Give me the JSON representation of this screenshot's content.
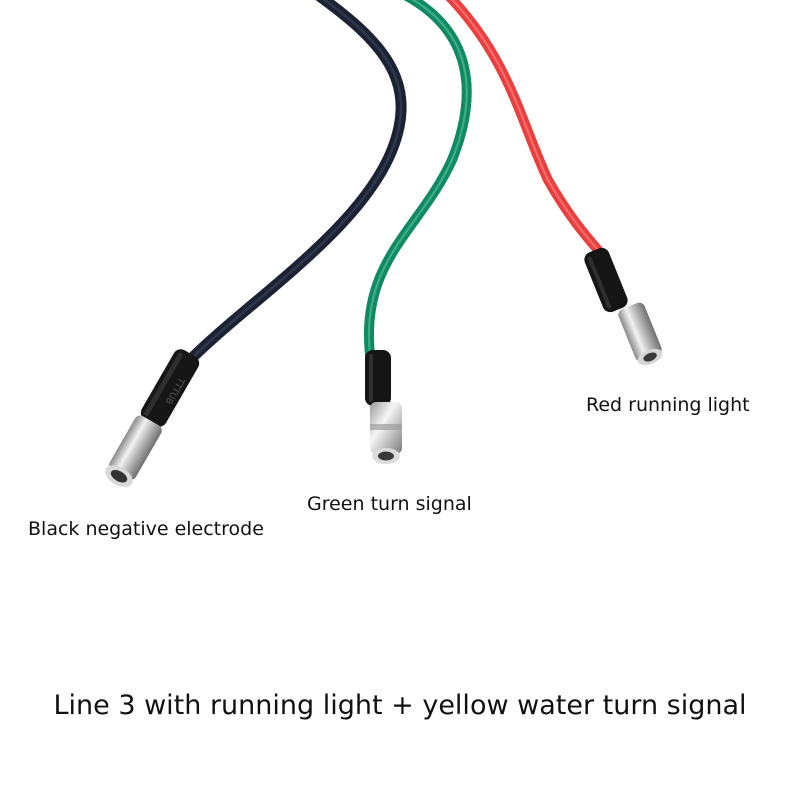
{
  "labels": {
    "black": "Black negative electrode",
    "green": "Green turn signal",
    "red": "Red running light"
  },
  "caption": "Line 3 with running light + yellow water turn signal",
  "wire_colors": {
    "black": "#1b2233",
    "green": "#0f8a63",
    "red": "#e8403f"
  },
  "sleeve_print": "TTTUB"
}
